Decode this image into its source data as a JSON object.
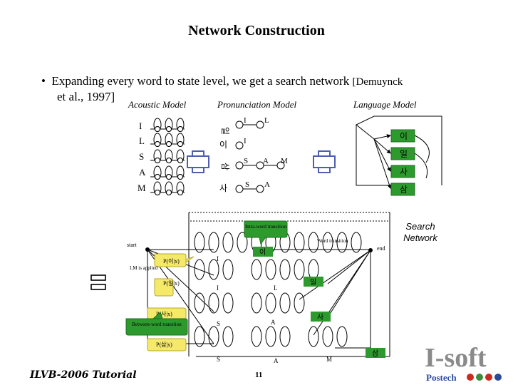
{
  "title": "Network Construction",
  "bullet": {
    "text": "Expanding every word to state level, we get a search network",
    "citation": "[Demuynck",
    "continuation": "et al., 1997]"
  },
  "sections": {
    "acoustic": "Acoustic Model",
    "pronunciation": "Pronunciation Model",
    "language": "Language Model"
  },
  "acoustic_phones": [
    "I",
    "L",
    "S",
    "A",
    "M"
  ],
  "pronunciation": [
    {
      "word": "일",
      "phones": [
        "I",
        "L"
      ]
    },
    {
      "word": "이",
      "phones": [
        "I"
      ]
    },
    {
      "word": "삼",
      "phones": [
        "S",
        "A",
        "M"
      ]
    },
    {
      "word": "사",
      "phones": [
        "S",
        "A"
      ]
    }
  ],
  "language_words": [
    "이",
    "일",
    "사",
    "삼"
  ],
  "network": {
    "label": "Search Network",
    "start": "start",
    "end": "end",
    "intra_word": "Intra-word transition",
    "word_transition": "Word transition",
    "between_word": "Between-word transition",
    "lm_applied": "LM is applied",
    "probs": [
      "P(이|x)",
      "P(일|x)",
      "P(사|x)",
      "P(삼|x)"
    ],
    "word_boxes": [
      "이",
      "일",
      "사",
      "삼"
    ],
    "phone_labels": {
      "row1": [
        "I"
      ],
      "row2": [
        "I",
        "L"
      ],
      "row3": [
        "S",
        "A"
      ],
      "row4": [
        "S",
        "A",
        "M"
      ]
    }
  },
  "footer": {
    "tutorial": "ILVB-2006 Tutorial",
    "page": "11"
  },
  "logo": {
    "text": "I-soft",
    "sub": "Postech",
    "colors": {
      "red": "#cc2a1e",
      "green": "#3d8d3d",
      "blue": "#2a4a9a",
      "gray": "#8a8a8a"
    }
  }
}
